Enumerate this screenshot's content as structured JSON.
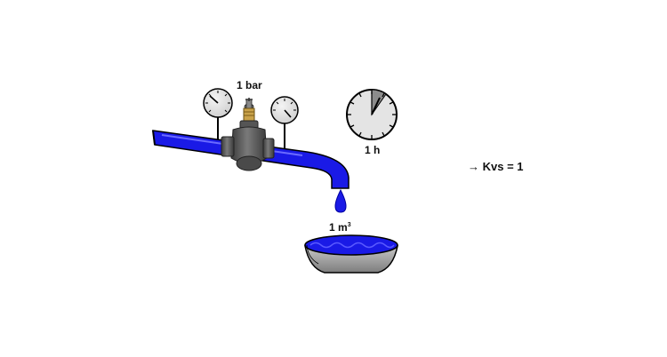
{
  "labels": {
    "pressure": "1 bar",
    "time": "1 h",
    "volume": "1 m",
    "volume_exponent": "3",
    "result": "→ Kvs = 1"
  },
  "colors": {
    "water": "#1a1ae6",
    "water_dark": "#0000a0",
    "gauge_face": "#e6e6e6",
    "valve_body": "#5a5a5a",
    "bowl": "#9a9a9a",
    "clock_elapsed": "#8c8c8c"
  },
  "icons": {
    "pressure_gauge": "pressure-gauge-icon",
    "clock": "clock-icon",
    "valve": "valve-icon",
    "drop": "water-drop-icon",
    "basin": "basin-icon"
  }
}
